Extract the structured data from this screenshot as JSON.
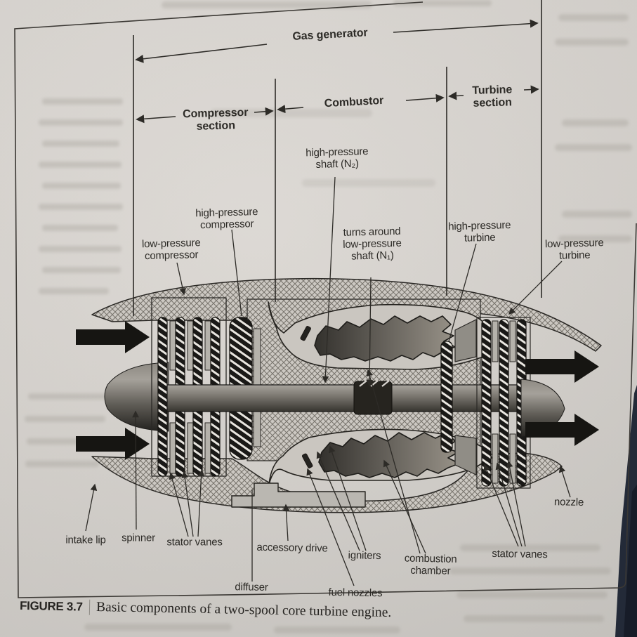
{
  "figure": {
    "caption": {
      "tag": "FIGURE 3.7",
      "text": "Basic components of a two-spool core turbine engine."
    },
    "dimensions": {
      "gas_generator": "Gas generator",
      "compressor_section": "Compressor\nsection",
      "combustor": "Combustor",
      "turbine_section": "Turbine\nsection"
    },
    "labels": {
      "hp_shaft": "high-pressure\nshaft (N₂)",
      "turns_around": "turns around\nlow-pressure\nshaft (N₁)",
      "hp_compressor": "high-pressure\ncompressor",
      "lp_compressor": "low-pressure\ncompressor",
      "hp_turbine": "high-pressure\nturbine",
      "lp_turbine": "low-pressure\nturbine",
      "intake_lip": "intake lip",
      "spinner": "spinner",
      "stator_vanes_left": "stator vanes",
      "accessory_drive": "accessory drive",
      "igniters": "igniters",
      "combustion_chamber": "combustion\nchamber",
      "stator_vanes_right": "stator vanes",
      "diffuser": "diffuser",
      "fuel_nozzles": "fuel nozzles",
      "nozzle": "nozzle"
    },
    "colors": {
      "paper": "#d8d4cf",
      "ink": "#2d2b27",
      "casing_hatch_base": "#ccc8c2",
      "casing_hatch_line": "#77736c",
      "flame_dark": "#33312d",
      "flame_light": "#979389",
      "page_edge_dark": "#232a38"
    }
  }
}
